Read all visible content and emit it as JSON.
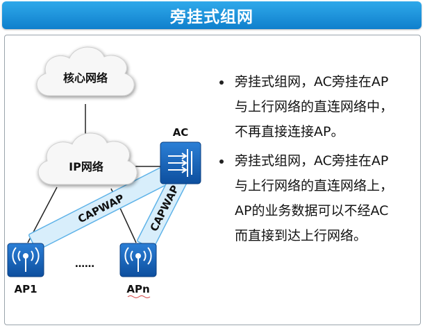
{
  "title": "旁挂式组网",
  "nodes": {
    "core_network": "核心网络",
    "ip_network": "IP网络",
    "ac": "AC",
    "ap1": "AP1",
    "apn": "APn",
    "ellipsis": "……"
  },
  "tunnels": {
    "tunnel_1": "CAPWAP",
    "tunnel_2": "CAPWAP"
  },
  "bullets": [
    {
      "lines": [
        "旁挂式组网，AC旁挂在AP",
        "与上行网络的直连网络中，",
        "不再直接连接AP。"
      ]
    },
    {
      "lines": [
        "旁挂式组网，AC旁挂在AP",
        "与上行网络的直连网络上，",
        "AP的业务数据可以不经AC",
        "而直接到达上行网络。"
      ]
    }
  ],
  "colors": {
    "title_bar": "#1a8fd8",
    "device_blue": "#1565c0",
    "tunnel_fill": "#d8eefb",
    "tunnel_border": "#5fb3e8"
  }
}
